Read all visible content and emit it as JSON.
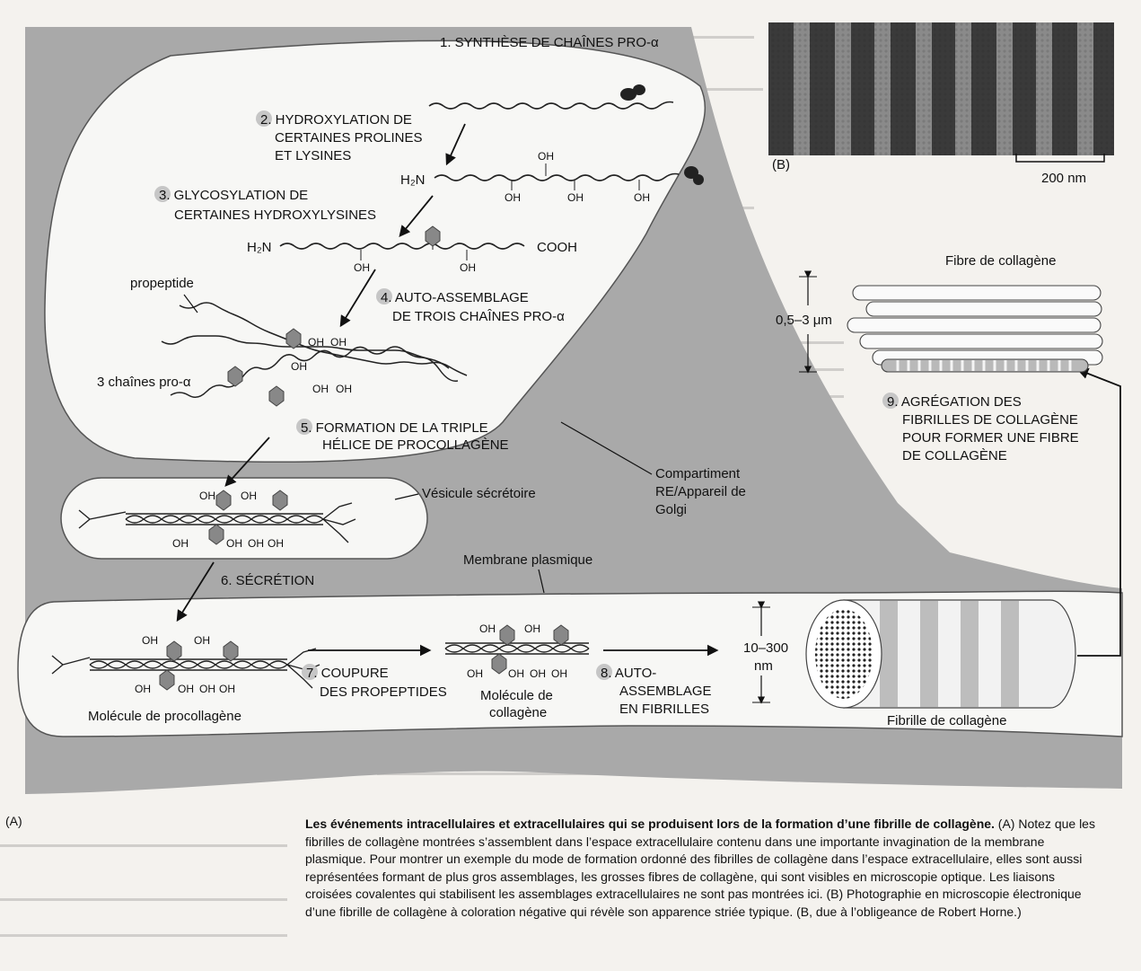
{
  "steps": {
    "s1": "1. SYNTHÈSE DE CHAÎNES PRO-α",
    "s2_l1": "2. HYDROXYLATION DE",
    "s2_l2": "CERTAINES PROLINES",
    "s2_l3": "ET LYSINES",
    "s3_l1": "3. GLYCOSYLATION DE",
    "s3_l2": "CERTAINES HYDROXYLYSINES",
    "s4_l1": "4. AUTO-ASSEMBLAGE",
    "s4_l2": "DE TROIS CHAÎNES PRO-α",
    "s5_l1": "5. FORMATION DE LA TRIPLE",
    "s5_l2": "HÉLICE DE PROCOLLAGÈNE",
    "s6": "6. SÉCRÉTION",
    "s7_l1": "7. COUPURE",
    "s7_l2": "DES PROPEPTIDES",
    "s8_l1": "8. AUTO-",
    "s8_l2": "ASSEMBLAGE",
    "s8_l3": "EN FIBRILLES",
    "s9_l1": "9. AGRÉGATION DES",
    "s9_l2": "FIBRILLES DE COLLAGÈNE",
    "s9_l3": "POUR FORMER UNE FIBRE",
    "s9_l4": "DE COLLAGÈNE"
  },
  "labels": {
    "h2n_1": "H₂N",
    "h2n_2": "H₂N",
    "cooh": "COOH",
    "oh": "OH",
    "propeptide": "propeptide",
    "three_chains": "3 chaînes pro-α",
    "compartment_l1": "Compartiment",
    "compartment_l2": "RE/Appareil de",
    "compartment_l3": "Golgi",
    "vesicle": "Vésicule sécrétoire",
    "membrane": "Membrane plasmique",
    "procollagen": "Molécule de procollagène",
    "collagen_l1": "Molécule de",
    "collagen_l2": "collagène",
    "fibril_size_l1": "10–300",
    "fibril_size_l2": "nm",
    "fibril": "Fibrille de collagène",
    "fiber": "Fibre de collagène",
    "fiber_size": "0,5–3 μm",
    "micrograph_tag": "(B)",
    "scale_bar": "200 nm",
    "panel_a": "(A)"
  },
  "caption": {
    "title": "Les événements intracellulaires et extracellulaires qui se produisent lors de la formation d’une fibrille de collagène.",
    "body": " (A) Notez que les fibrilles de collagène montrées s’assemblent dans l’espace extracellulaire contenu dans une importante invagination de la membrane plasmique. Pour montrer un exemple du mode de formation ordonné des fibrilles de collagène dans l’espace extracellulaire, elles sont aussi représentées formant de plus gros assemblages, les grosses fibres de collagène, qui sont visibles en microscopie optique. Les liaisons croisées covalentes qui stabilisent les assemblages extracellulaires ne sont pas montrées ici. (B) Photographie en microscopie électronique d’une fibrille de collagène à coloration négative qui révèle son apparence striée typique. (B, due à l’obligeance de Robert Horne.)"
  },
  "colors": {
    "cell": "#a9a9a9",
    "lumen": "#f7f7f5",
    "hexagon": "#888888",
    "badge": "#c6c6c6"
  }
}
